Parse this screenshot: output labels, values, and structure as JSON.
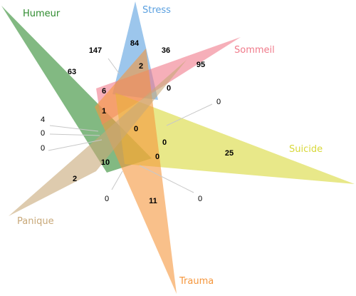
{
  "sets": [
    {
      "id": "humeur",
      "label": "Humeur",
      "color": "#2e8b2e"
    },
    {
      "id": "stress",
      "label": "Stress",
      "color": "#5aa0e0"
    },
    {
      "id": "sommeil",
      "label": "Sommeil",
      "color": "#f07a8a"
    },
    {
      "id": "suicide",
      "label": "Suicide",
      "color": "#d8d83a"
    },
    {
      "id": "trauma",
      "label": "Trauma",
      "color": "#f5963c"
    },
    {
      "id": "panique",
      "label": "Panique",
      "color": "#c8a878"
    }
  ],
  "regions": {
    "humeur_only": "63",
    "humeur_stress": "147",
    "stress_only": "84",
    "stress_sommeil": "36",
    "sommeil_only": "95",
    "stress_trauma": "2",
    "sommeil_trauma": "0",
    "humeur_sommeil": "6",
    "humeur_trauma": "1",
    "core": "0",
    "suicide_side": "0",
    "suicide_only": "25",
    "suicide_trauma": "0",
    "panique_trauma": "10",
    "panique_only": "2",
    "trauma_only": "11",
    "out_top_right": "0",
    "out_left_1": "4",
    "out_left_2": "0",
    "out_left_3": "0",
    "out_bottom_left": "0",
    "out_bottom_right": "0"
  }
}
